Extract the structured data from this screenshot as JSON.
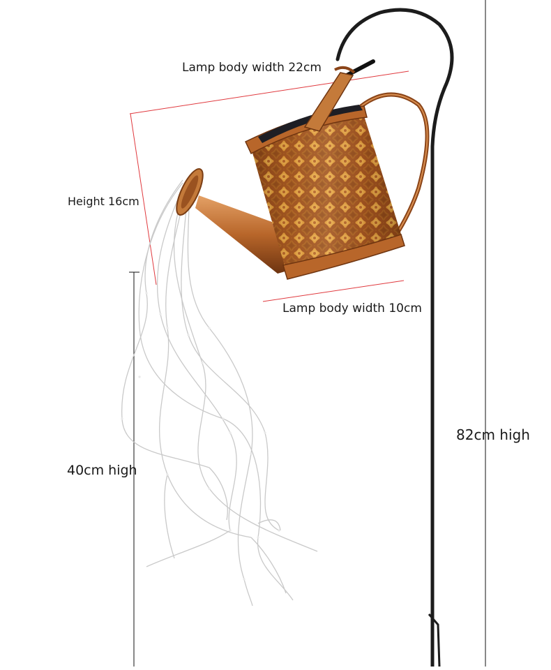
{
  "labels": {
    "top_width": "Lamp body width 22cm",
    "height": "Height 16cm",
    "bottom_width": "Lamp body width 10cm",
    "string_length": "40cm high",
    "total_height": "82cm high"
  },
  "colors": {
    "dimension_line": "#e0393e",
    "measure_line": "#111111",
    "stake": "#1c1c1c",
    "copper_dark": "#7a3d14",
    "copper_mid": "#b8662a",
    "copper_light": "#e9a267",
    "glow": "#f2c24a",
    "wire": "#c9c9c9"
  },
  "image": {
    "subject": "solar-watering-can-lamp",
    "pattern": "perforated-floral-lattice"
  }
}
